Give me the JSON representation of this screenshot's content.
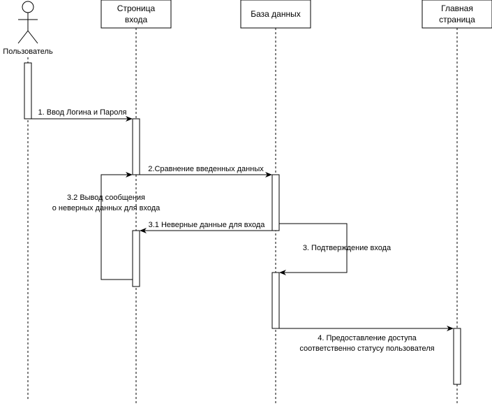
{
  "actors": {
    "user": {
      "label": "Пользователь"
    },
    "login_page": {
      "line1": "Строница",
      "line2": "входа"
    },
    "database": {
      "label": "База данных"
    },
    "main_page": {
      "line1": "Главная",
      "line2": "страница"
    }
  },
  "messages": {
    "m1": {
      "label": "1. Ввод Логина и Пароля"
    },
    "m2": {
      "label": "2.Сравнение введенных данных"
    },
    "m3_1": {
      "label": "3.1 Неверные данные для входа"
    },
    "m3_2": {
      "line1": "3.2 Вывод сообщения",
      "line2": "о неверных данных для входа"
    },
    "m3": {
      "label": "3. Подтверждение входа"
    },
    "m4": {
      "line1": "4. Предоставление доступа",
      "line2": "соответственно статусу пользователя"
    }
  },
  "colors": {
    "line": "#000000",
    "background": "#ffffff"
  }
}
